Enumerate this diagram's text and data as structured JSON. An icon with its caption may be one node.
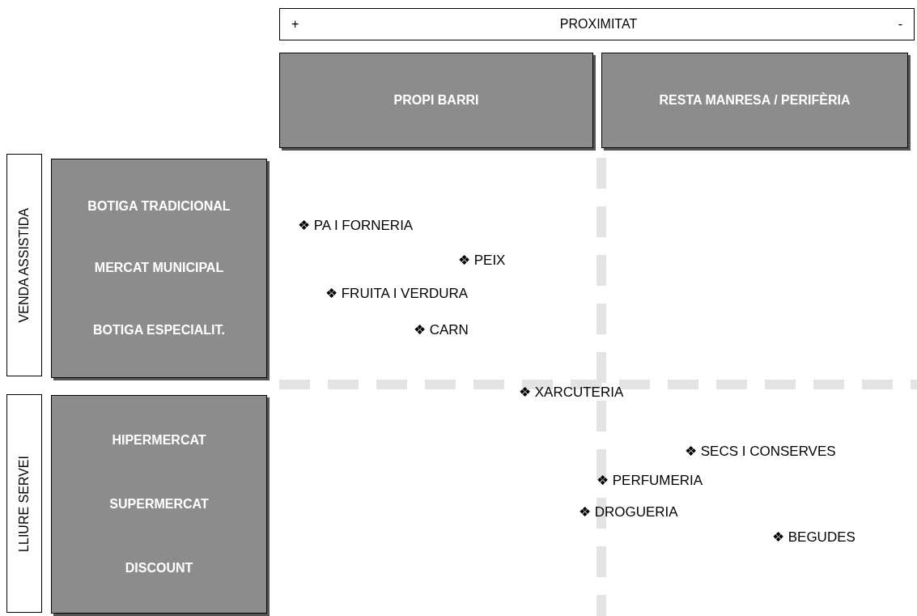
{
  "diagram": {
    "nodes": [
      {
        "text": [
          "+",
          "PROXIMITAT",
          "-"
        ]
      },
      {
        "text": [
          "PROPI BARRI"
        ]
      },
      {
        "text": [
          "RESTA MANRESA  /  PERIFÈRIA"
        ]
      },
      {
        "text": [
          "VENDA ASSISTIDA"
        ]
      },
      {
        "text": [
          "BOTIGA TRADICIONAL",
          "MERCAT MUNICIPAL",
          "BOTIGA ESPECIALIT."
        ]
      },
      {
        "text": [
          "LLIURE SERVEI"
        ]
      },
      {
        "text": [
          "HIPERMERCAT",
          "SUPERMERCAT",
          "DISCOUNT"
        ]
      }
    ],
    "labels": [
      "❖ PA I FORNERIA",
      "❖ PEIX",
      "❖ FRUITA I VERDURA",
      "❖ CARN",
      "❖ XARCUTERIA",
      "❖ SECS I CONSERVES",
      "❖ PERFUMERIA",
      "❖ DROGUERIA",
      "❖ BEGUDES"
    ]
  }
}
